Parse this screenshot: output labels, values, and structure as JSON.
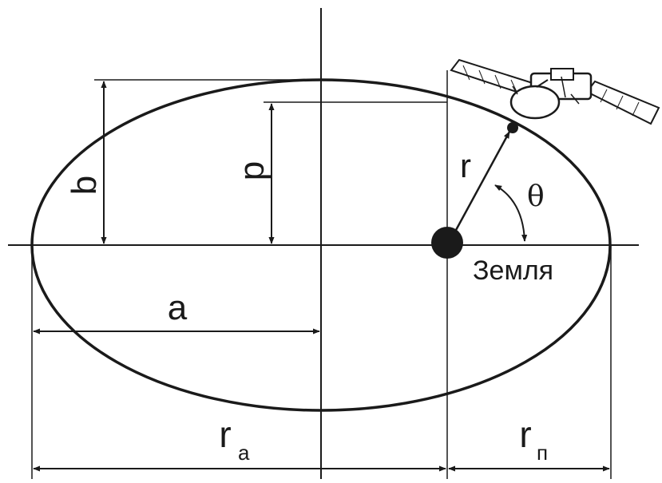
{
  "labels": {
    "semi_minor": "b",
    "semi_latus": "p",
    "semi_major": "a",
    "radius": "r",
    "angle": "θ",
    "earth": "Земля",
    "apogee_r": "r",
    "apogee_sub": "а",
    "perigee_r": "r",
    "perigee_sub": "п"
  },
  "colors": {
    "ink": "#1a1a1a",
    "background": "#ffffff"
  }
}
